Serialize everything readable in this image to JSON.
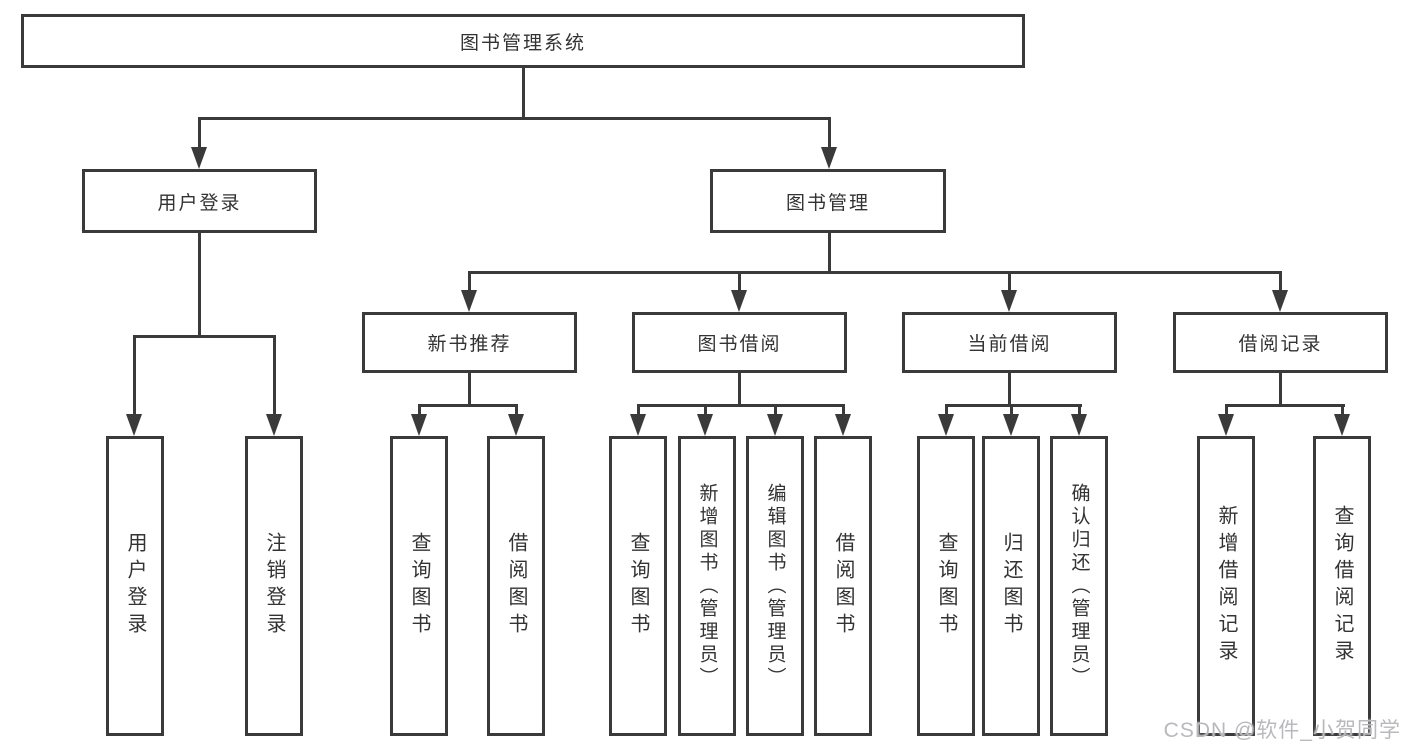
{
  "diagram": {
    "title": "图书管理系统",
    "root": {
      "label": "图书管理系统"
    },
    "level2": [
      {
        "label": "用户登录"
      },
      {
        "label": "图书管理"
      }
    ],
    "level3": [
      {
        "label": "新书推荐"
      },
      {
        "label": "图书借阅"
      },
      {
        "label": "当前借阅"
      },
      {
        "label": "借阅记录"
      }
    ],
    "leaves": [
      {
        "label": "用户登录"
      },
      {
        "label": "注销登录"
      },
      {
        "label": "查询图书"
      },
      {
        "label": "借阅图书"
      },
      {
        "label": "查询图书"
      },
      {
        "label": "新增图书（管理员）"
      },
      {
        "label": "编辑图书（管理员）"
      },
      {
        "label": "借阅图书"
      },
      {
        "label": "查询图书"
      },
      {
        "label": "归还图书"
      },
      {
        "label": "确认归还（管理员）"
      },
      {
        "label": "新增借阅记录"
      },
      {
        "label": "查询借阅记录"
      }
    ],
    "watermark": "CSDN @软件_小贺同学",
    "colors": {
      "line": "#3a3a3a",
      "box_background": "#ffffff",
      "text": "#333333",
      "watermark": "#b9b9bd"
    }
  }
}
